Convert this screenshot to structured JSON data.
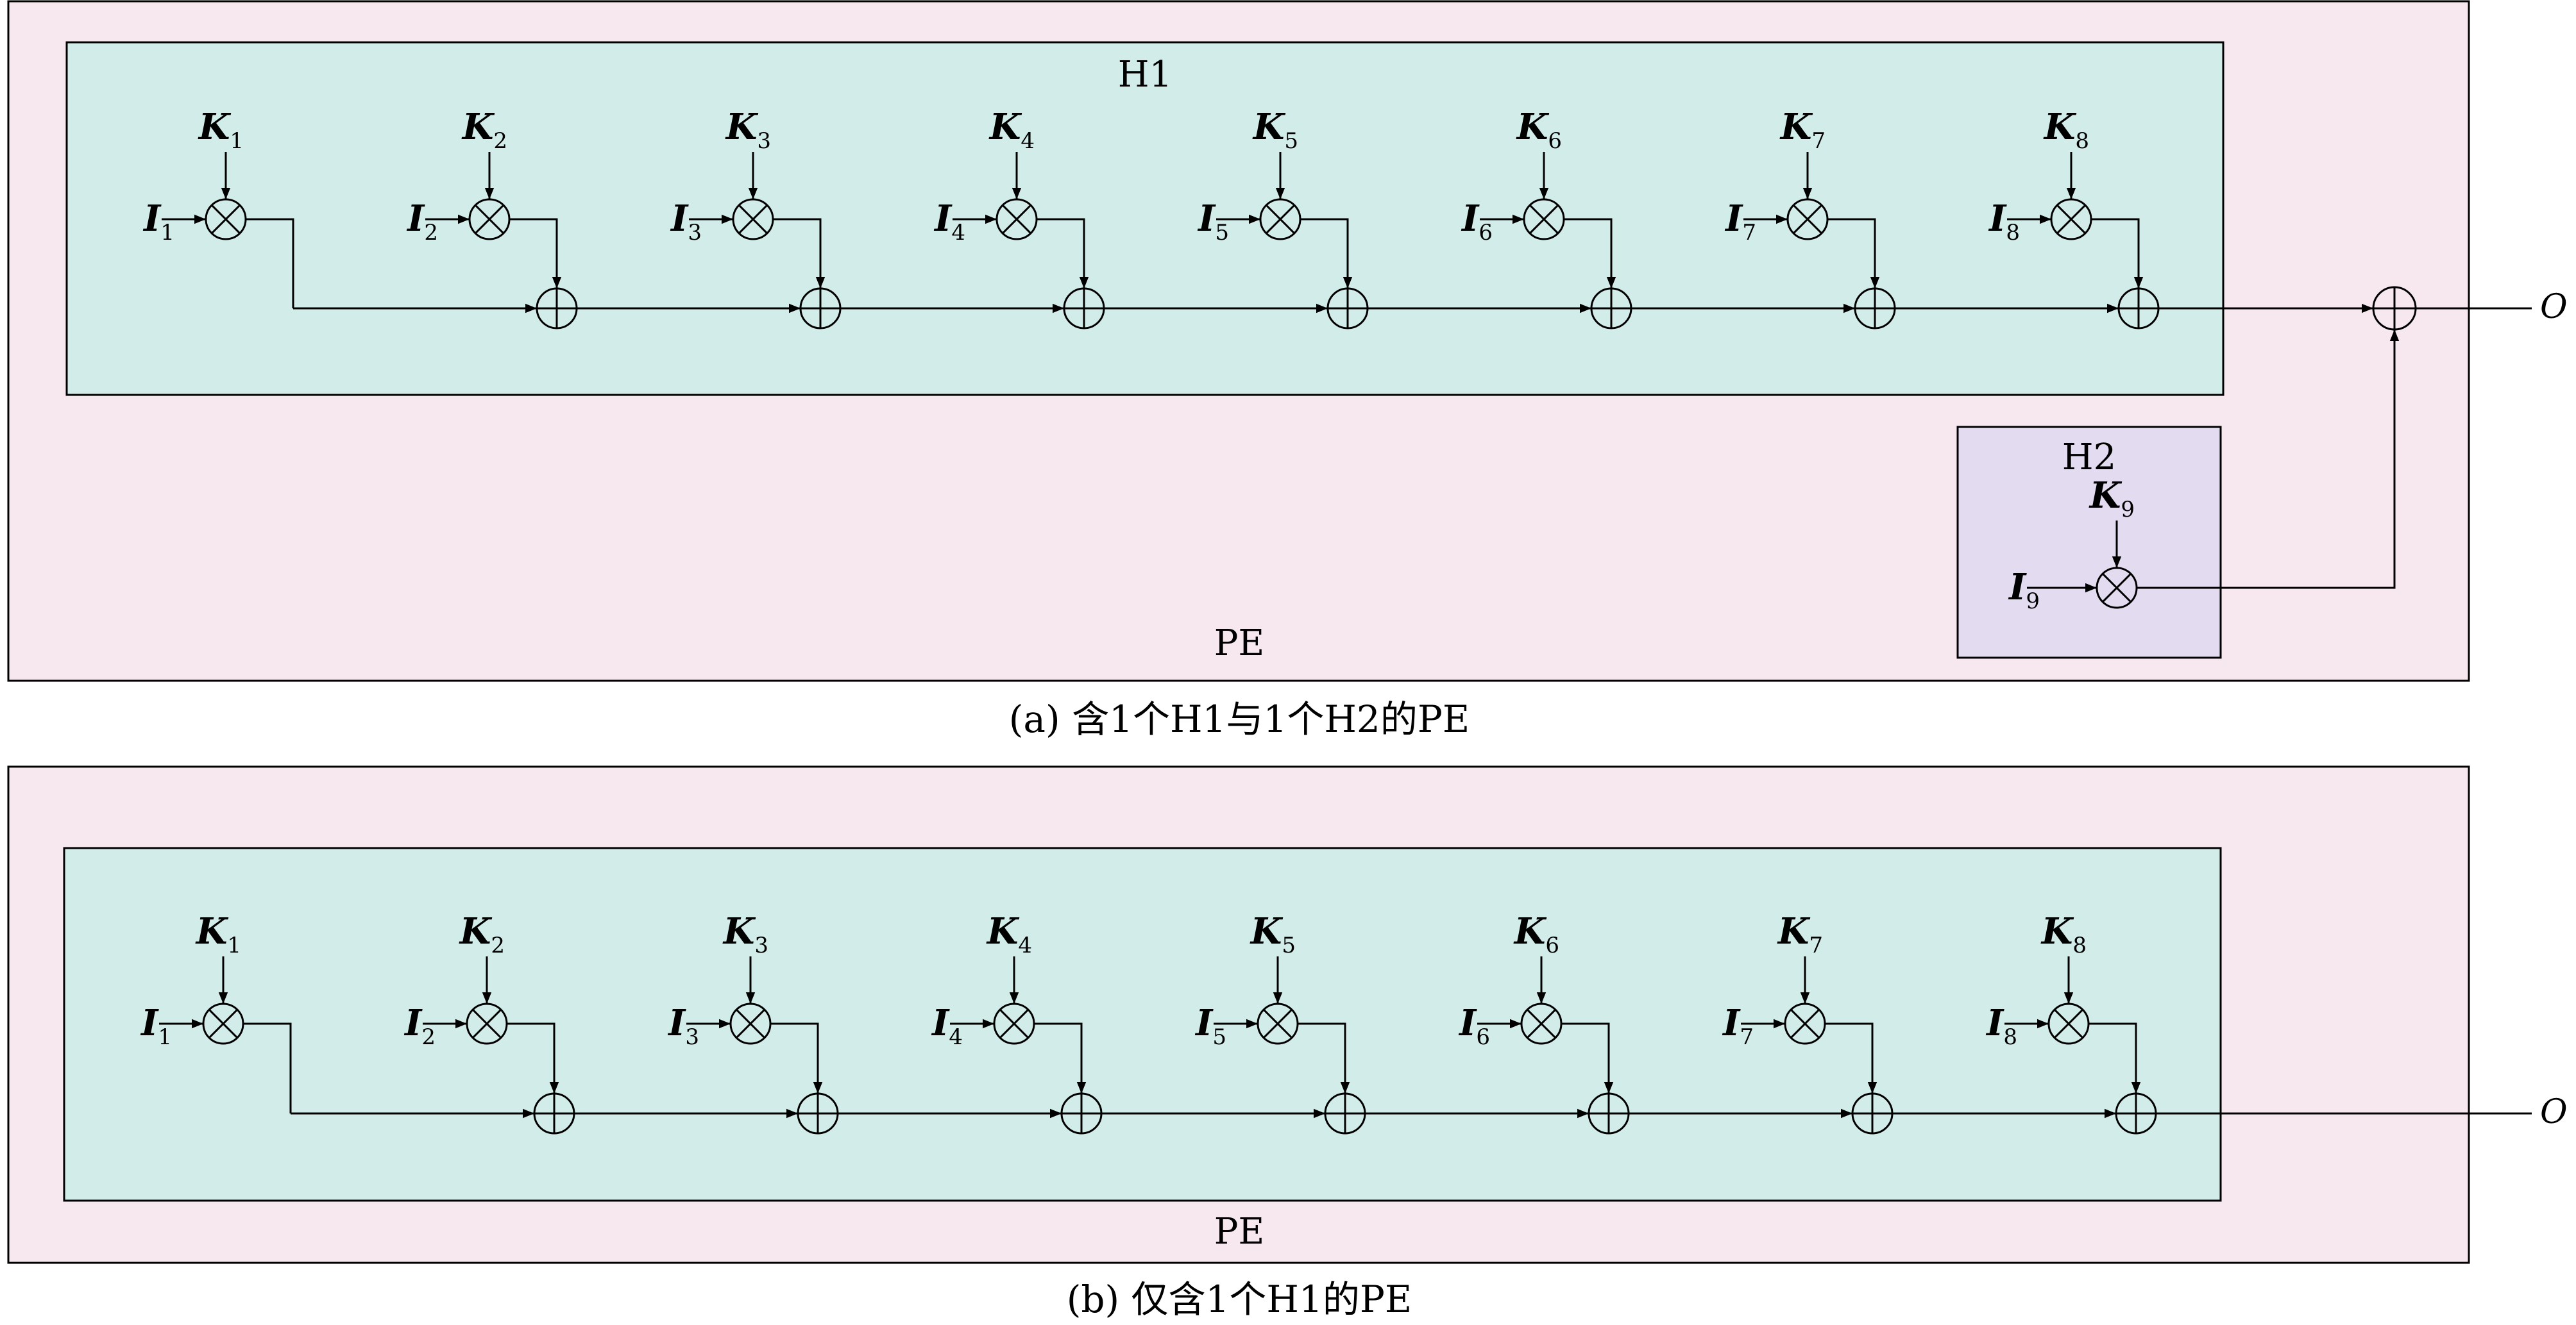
{
  "colors": {
    "pe_fill": "#f7e7ef",
    "h1_fill": "#d2ede9",
    "h2_fill": "#e3dbef",
    "stroke": "#000000"
  },
  "panel_a": {
    "pe_label": "PE",
    "h1_label": "H1",
    "h2_label": "H2",
    "caption": "(a) 含1个H1与1个H2的PE",
    "h1_units": [
      {
        "input": "I",
        "input_sub": "1",
        "weight": "K",
        "weight_sub": "1"
      },
      {
        "input": "I",
        "input_sub": "2",
        "weight": "K",
        "weight_sub": "2"
      },
      {
        "input": "I",
        "input_sub": "3",
        "weight": "K",
        "weight_sub": "3"
      },
      {
        "input": "I",
        "input_sub": "4",
        "weight": "K",
        "weight_sub": "4"
      },
      {
        "input": "I",
        "input_sub": "5",
        "weight": "K",
        "weight_sub": "5"
      },
      {
        "input": "I",
        "input_sub": "6",
        "weight": "K",
        "weight_sub": "6"
      },
      {
        "input": "I",
        "input_sub": "7",
        "weight": "K",
        "weight_sub": "7"
      },
      {
        "input": "I",
        "input_sub": "8",
        "weight": "K",
        "weight_sub": "8"
      }
    ],
    "h2_unit": {
      "input": "I",
      "input_sub": "9",
      "weight": "K",
      "weight_sub": "9"
    },
    "output": "O"
  },
  "panel_b": {
    "pe_label": "PE",
    "caption": "(b) 仅含1个H1的PE",
    "h1_units": [
      {
        "input": "I",
        "input_sub": "1",
        "weight": "K",
        "weight_sub": "1"
      },
      {
        "input": "I",
        "input_sub": "2",
        "weight": "K",
        "weight_sub": "2"
      },
      {
        "input": "I",
        "input_sub": "3",
        "weight": "K",
        "weight_sub": "3"
      },
      {
        "input": "I",
        "input_sub": "4",
        "weight": "K",
        "weight_sub": "4"
      },
      {
        "input": "I",
        "input_sub": "5",
        "weight": "K",
        "weight_sub": "5"
      },
      {
        "input": "I",
        "input_sub": "6",
        "weight": "K",
        "weight_sub": "6"
      },
      {
        "input": "I",
        "input_sub": "7",
        "weight": "K",
        "weight_sub": "7"
      },
      {
        "input": "I",
        "input_sub": "8",
        "weight": "K",
        "weight_sub": "8"
      }
    ],
    "output": "O"
  }
}
